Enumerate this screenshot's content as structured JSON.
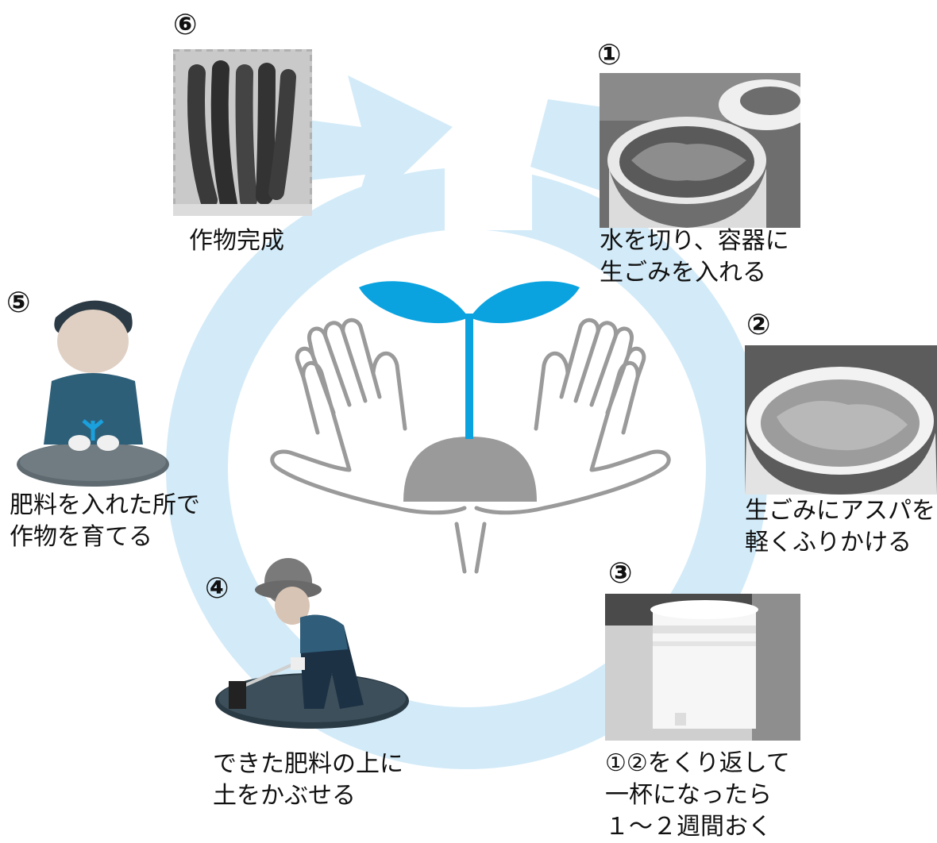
{
  "colors": {
    "cycle_arrow": "#d3ebf8",
    "sprout": "#0aa3e0",
    "hands_outline": "#9a9a9a",
    "soil": "#9a9a9a"
  },
  "steps": [
    {
      "number": "①",
      "caption_lines": [
        "水を切り、容器に",
        "生ごみを入れる"
      ]
    },
    {
      "number": "②",
      "caption_lines": [
        "生ごみにアスパを",
        "軽くふりかける"
      ]
    },
    {
      "number": "③",
      "caption_lines": [
        "①②をくり返して",
        "一杯になったら",
        "１～２週間おく"
      ]
    },
    {
      "number": "④",
      "caption_lines": [
        "できた肥料の上に",
        "土をかぶせる"
      ]
    },
    {
      "number": "⑤",
      "caption_lines": [
        "肥料を入れた所で",
        "作物を育てる"
      ]
    },
    {
      "number": "⑥",
      "caption_lines": [
        "作物完成"
      ]
    }
  ]
}
